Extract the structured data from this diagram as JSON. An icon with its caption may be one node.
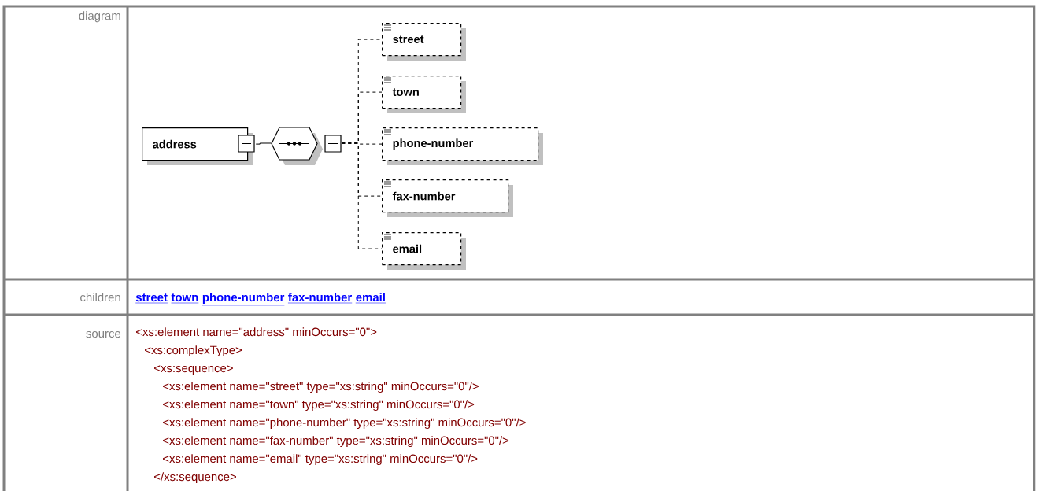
{
  "diagram": {
    "nodes": [
      {
        "text": [
          "address"
        ]
      },
      {
        "text": [],
        "shape": "octagon"
      },
      {
        "text": [
          "street"
        ]
      },
      {
        "text": [
          "town"
        ]
      },
      {
        "text": [
          "phone-number"
        ]
      },
      {
        "text": [
          "fax-number"
        ]
      },
      {
        "text": [
          "email"
        ]
      }
    ],
    "edges": [
      {
        "from": 0,
        "to": 1,
        "arrow": "none"
      },
      {
        "from": 1,
        "to": 2,
        "arrow": "none",
        "style": "dashed"
      },
      {
        "from": 1,
        "to": 3,
        "arrow": "none",
        "style": "dashed"
      },
      {
        "from": 1,
        "to": 4,
        "arrow": "none",
        "style": "dashed"
      },
      {
        "from": 1,
        "to": 5,
        "arrow": "none",
        "style": "dashed"
      },
      {
        "from": 1,
        "to": 6,
        "arrow": "none",
        "style": "dashed"
      }
    ],
    "labels": [
      "diagram",
      "children",
      "street",
      "town",
      "phone-number",
      "fax-number",
      "email",
      "source",
      "<xs:element name=\"address\" minOccurs=\"0\">",
      "<xs:complexType>",
      "<xs:sequence>",
      "<xs:element name=\"street\" type=\"xs:string\" minOccurs=\"0\"/>",
      "<xs:element name=\"town\" type=\"xs:string\" minOccurs=\"0\"/>",
      "<xs:element name=\"phone-number\" type=\"xs:string\" minOccurs=\"0\"/>",
      "<xs:element name=\"fax-number\" type=\"xs:string\" minOccurs=\"0\"/>",
      "<xs:element name=\"email\" type=\"xs:string\" minOccurs=\"0\"/>",
      "</xs:sequence>"
    ]
  }
}
